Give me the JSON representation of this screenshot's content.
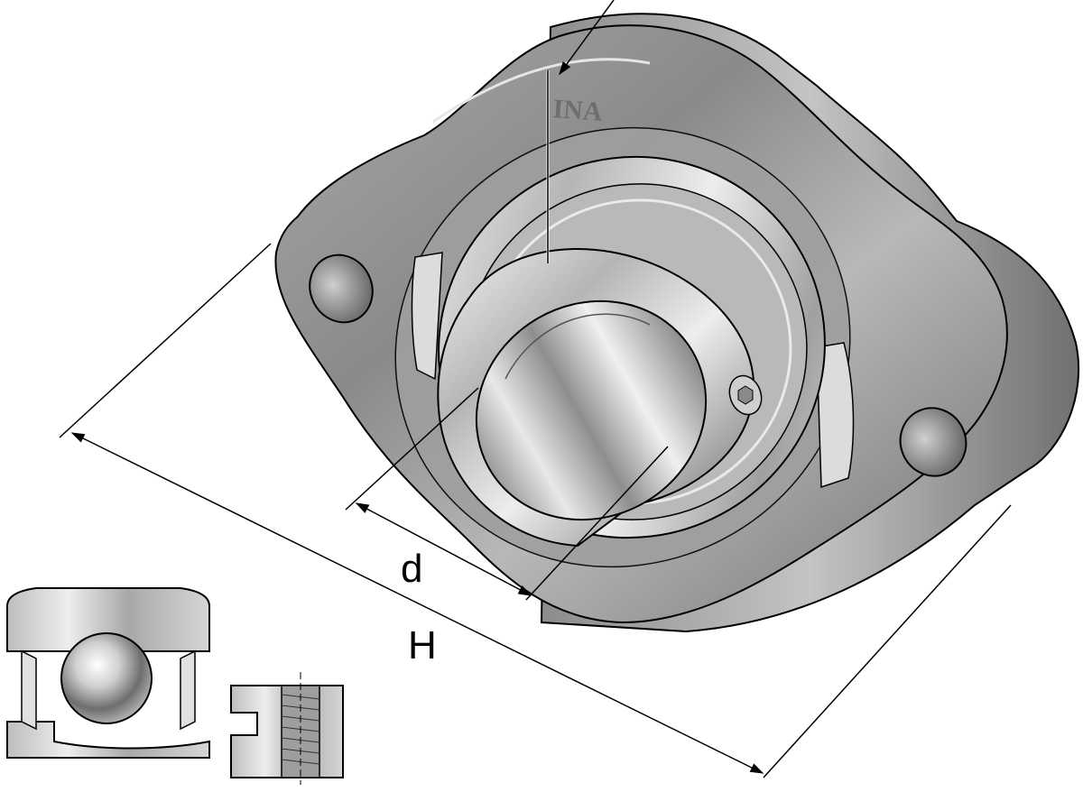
{
  "brand_mark": "INA",
  "dimensions": {
    "bore_label": "d",
    "height_label": "H"
  },
  "colors": {
    "background": "#ffffff",
    "housing_dark": "#7a7a7a",
    "housing_mid": "#9c9c9c",
    "housing_light": "#cfcfcf",
    "metal_highlight": "#f4f4f4",
    "line": "#000000"
  }
}
